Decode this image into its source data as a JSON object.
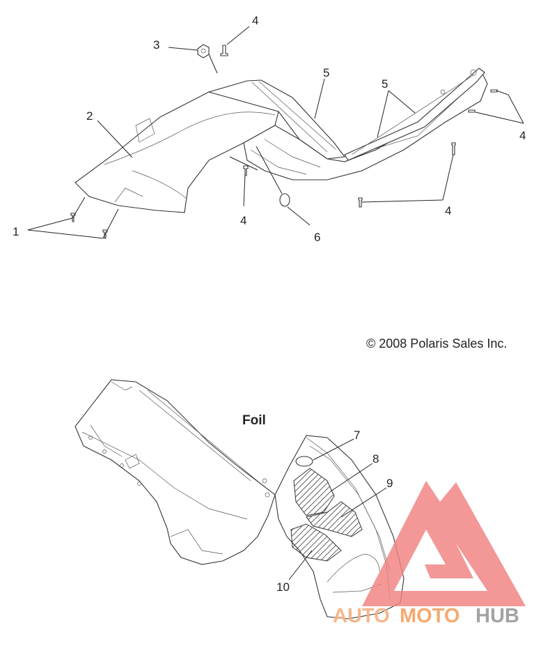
{
  "copyright": "© 2008 Polaris Sales Inc.",
  "section_label": "Foil",
  "callouts": {
    "c1": "1",
    "c2": "2",
    "c3": "3",
    "c4a": "4",
    "c4b": "4",
    "c4c": "4",
    "c4d": "4",
    "c5a": "5",
    "c5b": "5",
    "c6": "6",
    "c7": "7",
    "c8": "8",
    "c9": "9",
    "c10": "10"
  },
  "watermark": {
    "text_auto": "AUTO",
    "text_moto": "MOTO",
    "text_hub": "HUB",
    "colors": {
      "triangle": "#f08080",
      "auto": "#f5b080",
      "moto": "#f5a060",
      "hub": "#9a9a9a"
    }
  }
}
